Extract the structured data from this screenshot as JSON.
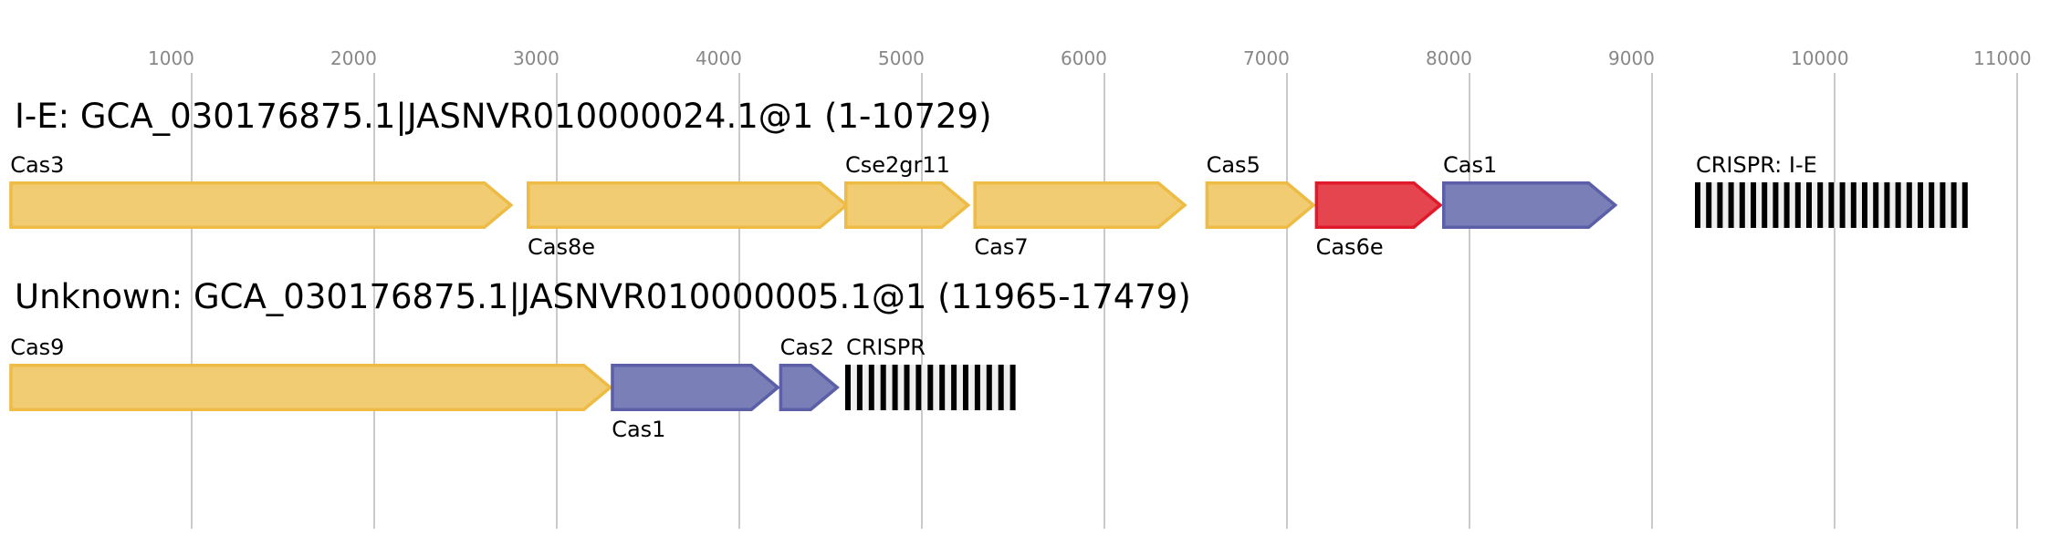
{
  "chart_data": {
    "type": "gene-map",
    "title": "",
    "axis": {
      "unit": "bp",
      "range": [
        0,
        11000
      ],
      "ticks": [
        1000,
        2000,
        3000,
        4000,
        5000,
        6000,
        7000,
        8000,
        9000,
        10000,
        11000
      ],
      "tick_labels": [
        "1000",
        "2000",
        "3000",
        "4000",
        "5000",
        "6000",
        "7000",
        "8000",
        "9000",
        "10000",
        "11000"
      ],
      "grid": true
    },
    "colors": {
      "yellow_fill": "#f1cc73",
      "yellow_stroke": "#eebb45",
      "red_fill": "#e5454f",
      "red_stroke": "#e01a2a",
      "blue_fill": "#7b7fb7",
      "blue_stroke": "#5a5fa8",
      "crispr_repeat": "#000000",
      "crispr_spacer": "#efefef",
      "grid": "#bdbdbd",
      "tick_text": "#888888"
    },
    "tracks": [
      {
        "title": "I-E: GCA_030176875.1|JASNVR010000024.1@1 (1-10729)",
        "features": [
          {
            "name": "Cas3",
            "kind": "gene",
            "start": 1,
            "end": 2754,
            "strand": "+",
            "color": "yellow",
            "label_pos": "above"
          },
          {
            "name": "Cas8e",
            "kind": "gene",
            "start": 2835,
            "end": 4592,
            "strand": "+",
            "color": "yellow",
            "label_pos": "below"
          },
          {
            "name": "Cse2gr11",
            "kind": "gene",
            "start": 4575,
            "end": 5258,
            "strand": "+",
            "color": "yellow",
            "label_pos": "above"
          },
          {
            "name": "Cas7",
            "kind": "gene",
            "start": 5282,
            "end": 6445,
            "strand": "+",
            "color": "yellow",
            "label_pos": "below"
          },
          {
            "name": "Cas5",
            "kind": "gene",
            "start": 6553,
            "end": 7150,
            "strand": "+",
            "color": "yellow",
            "label_pos": "above"
          },
          {
            "name": "Cas6e",
            "kind": "gene",
            "start": 7153,
            "end": 7845,
            "strand": "+",
            "color": "red",
            "label_pos": "below"
          },
          {
            "name": "Cas1",
            "kind": "gene",
            "start": 7850,
            "end": 8803,
            "strand": "+",
            "color": "blue",
            "label_pos": "above"
          },
          {
            "name": "CRISPR: I-E",
            "kind": "crispr",
            "start": 9235,
            "end": 10729,
            "repeats": 25,
            "label_pos": "above"
          }
        ]
      },
      {
        "title": "Unknown: GCA_030176875.1|JASNVR010000005.1@1 (11965-17479)",
        "features": [
          {
            "name": "Cas9",
            "kind": "gene",
            "start": 1,
            "end": 3298,
            "strand": "+",
            "color": "yellow",
            "label_pos": "above"
          },
          {
            "name": "Cas1",
            "kind": "gene",
            "start": 3296,
            "end": 4216,
            "strand": "+",
            "color": "blue",
            "label_pos": "below"
          },
          {
            "name": "Cas2",
            "kind": "gene",
            "start": 4218,
            "end": 4541,
            "strand": "+",
            "color": "blue",
            "label_pos": "above"
          },
          {
            "name": "CRISPR",
            "kind": "crispr",
            "start": 4580,
            "end": 5513,
            "repeats": 15,
            "label_pos": "above"
          }
        ]
      }
    ]
  }
}
